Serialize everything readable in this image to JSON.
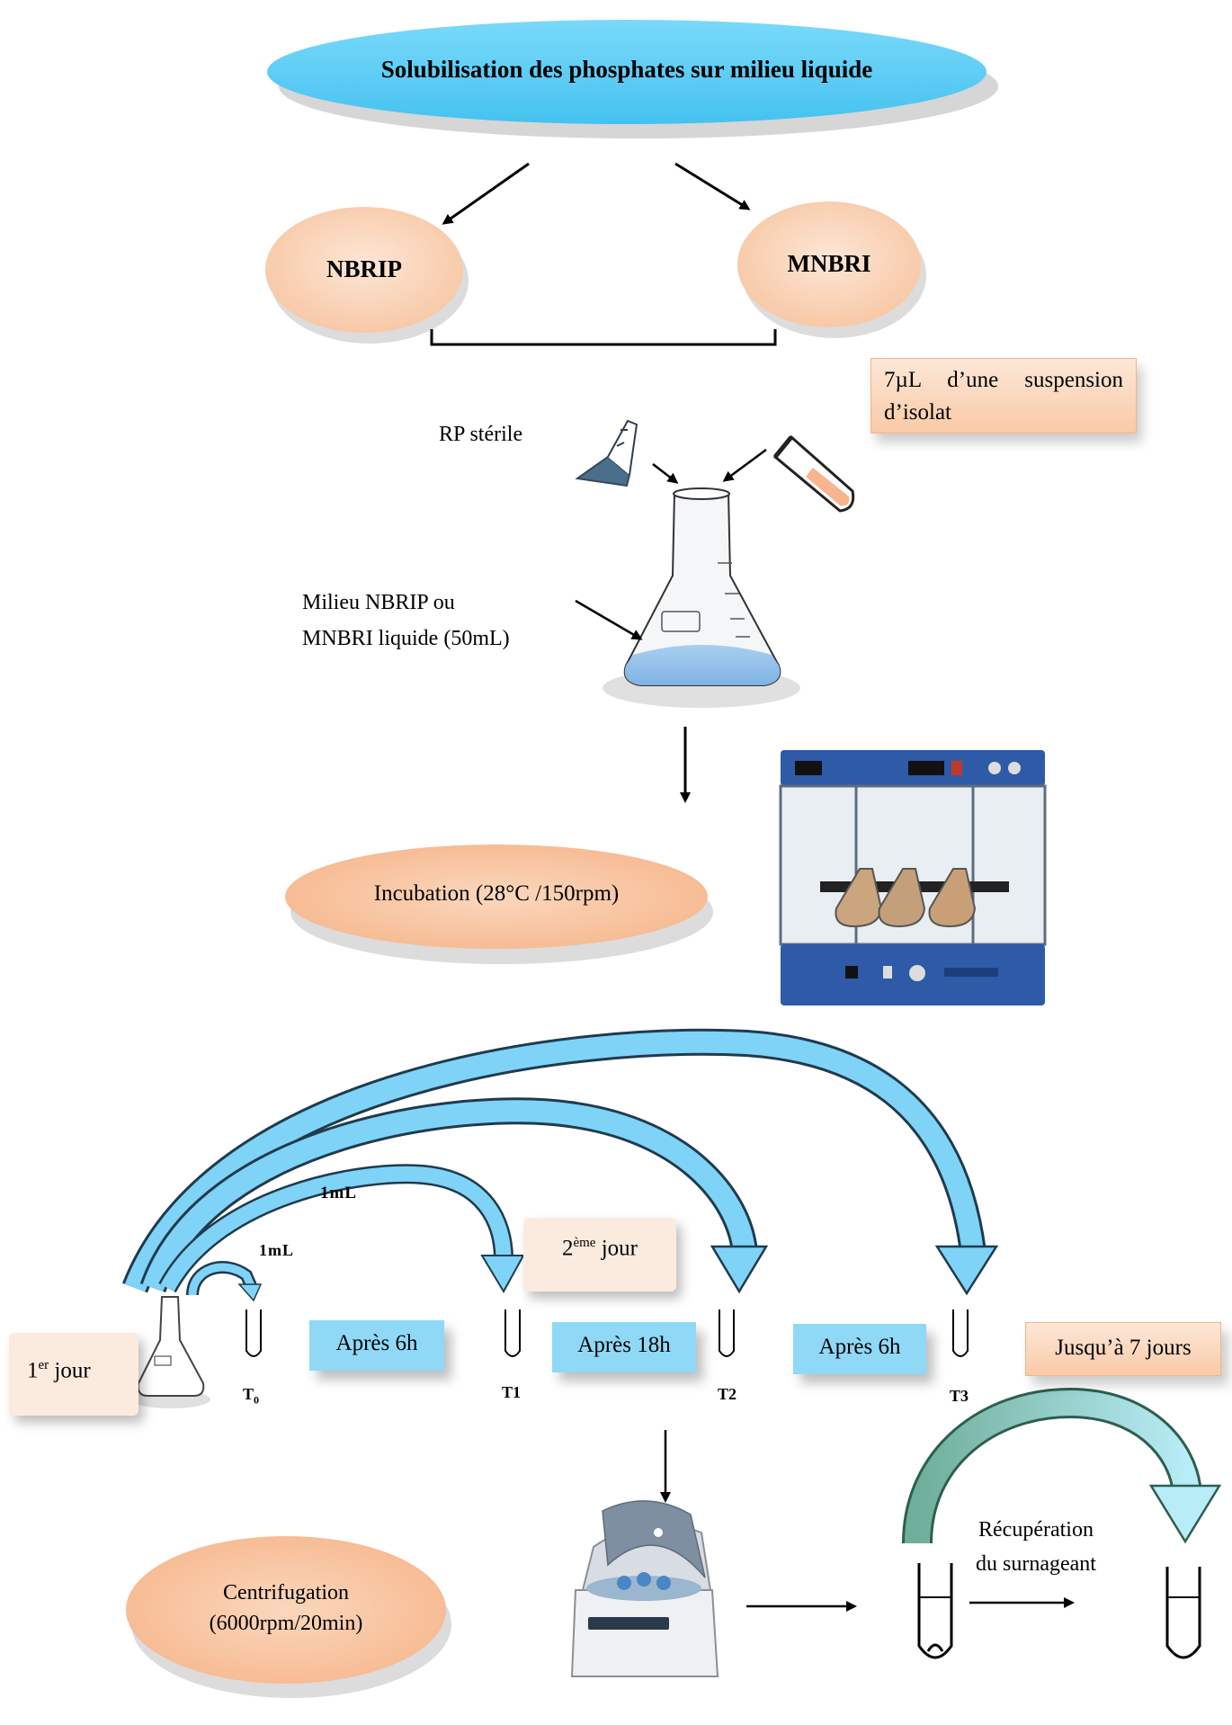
{
  "title": "Solubilisation des phosphates sur milieu liquide",
  "media": {
    "left": "NBRIP",
    "right": "MNBRI"
  },
  "suspension_label": "7µL d’une suspension d’isolat",
  "rp_label": "RP stérile",
  "milieu_label_line1": "Milieu NBRIP ou",
  "milieu_label_line2": "MNBRI liquide (50mL)",
  "incubation_label": "Incubation (28°C /150rpm)",
  "sampling": {
    "volume_label_outer": "1mL",
    "volume_label_inner": "1mL",
    "day1_prefix": "1",
    "day1_sup": "er",
    "day1_suffix": " jour",
    "day2_prefix": "2",
    "day2_sup": "ème",
    "day2_suffix": " jour",
    "intervals": [
      "Après 6h",
      "Après 18h",
      "Après 6h"
    ],
    "until": "Jusqu’à 7 jours",
    "tubes": {
      "t0": "T",
      "t0_sub": "0",
      "t1": "T1",
      "t2": "T2",
      "t3": "T3"
    }
  },
  "centrifugation_line1": "Centrifugation",
  "centrifugation_line2": "(6000rpm/20min)",
  "recovery_line1": "Récupération",
  "recovery_line2": "du surnageant",
  "colors": {
    "title_ellipse": "#5bcdf5",
    "peach": "#f9caa6",
    "blue_box": "#8fd9f7",
    "arrow_blue": "#7fd3f7"
  }
}
